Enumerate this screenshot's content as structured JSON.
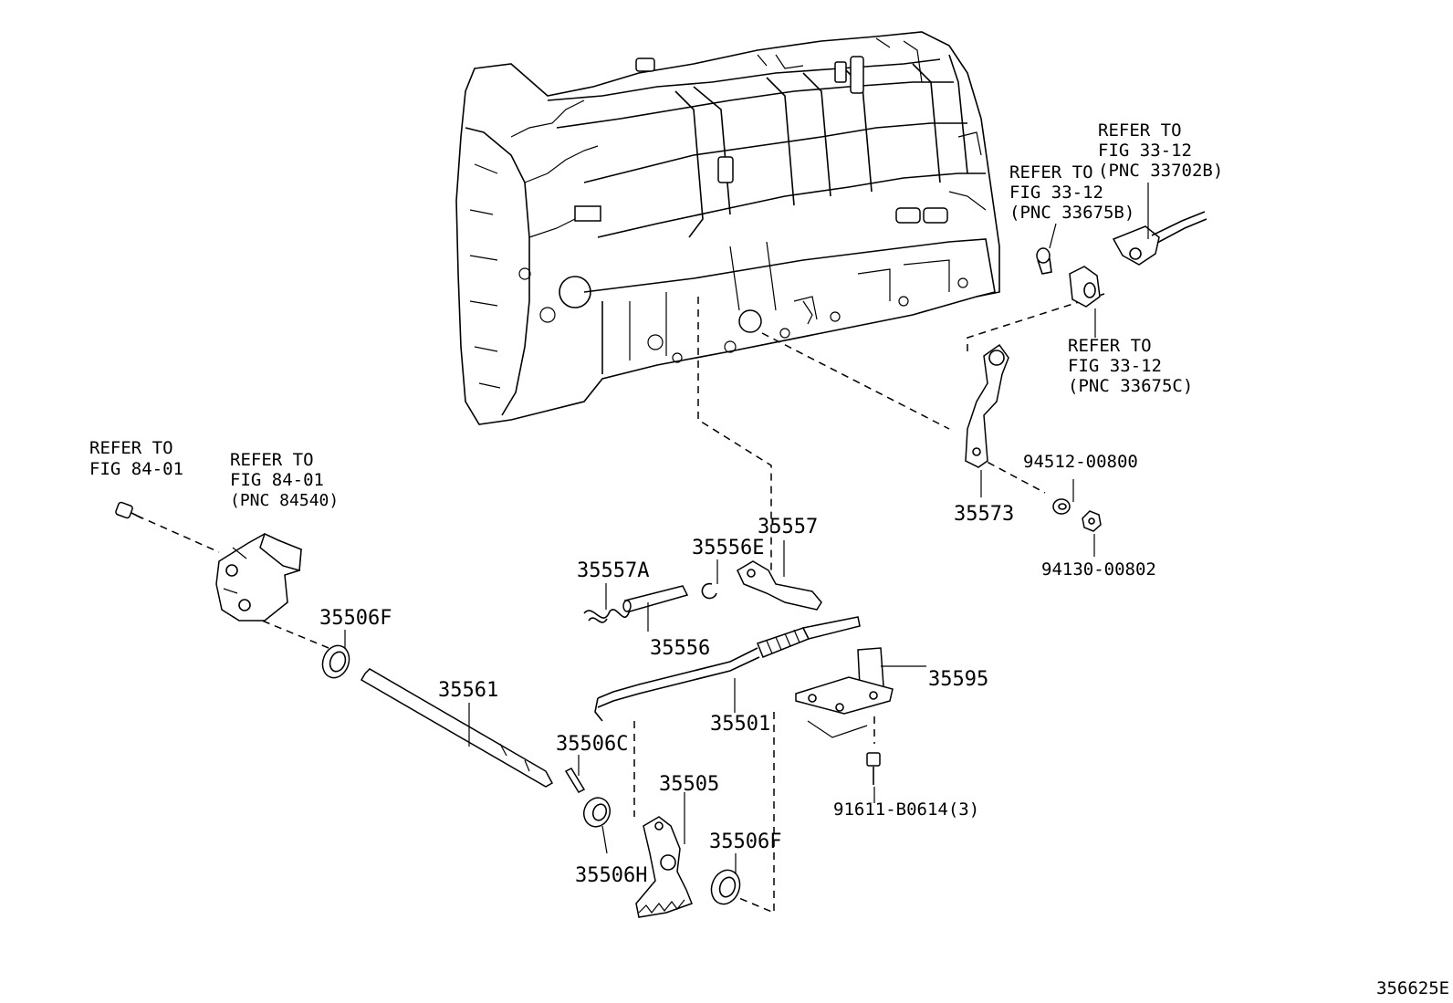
{
  "parts": {
    "p35557": "35557",
    "p35557A": "35557A",
    "p35556E": "35556E",
    "p35556": "35556",
    "p35573": "35573",
    "p35506F_top": "35506F",
    "p35561": "35561",
    "p35501": "35501",
    "p35595": "35595",
    "p35506C": "35506C",
    "p35505": "35505",
    "p35506F_bottom": "35506F",
    "p35506H": "35506H",
    "p94512": "94512-00800",
    "p94130": "94130-00802",
    "p91611": "91611-B0614(3)"
  },
  "refs": {
    "r1": {
      "line1": "REFER TO",
      "line2": "FIG 33-12",
      "line3": "(PNC 33702B)"
    },
    "r2": {
      "line1": "REFER TO",
      "line2": "FIG 33-12",
      "line3": "(PNC 33675B)"
    },
    "r3": {
      "line1": "REFER TO",
      "line2": "FIG 33-12",
      "line3": "(PNC 33675C)"
    },
    "r4": {
      "line1": "REFER TO",
      "line2": "FIG 84-01"
    },
    "r5": {
      "line1": "REFER TO",
      "line2": "FIG 84-01",
      "line3": "(PNC 84540)"
    }
  },
  "figure_id": "356625E"
}
